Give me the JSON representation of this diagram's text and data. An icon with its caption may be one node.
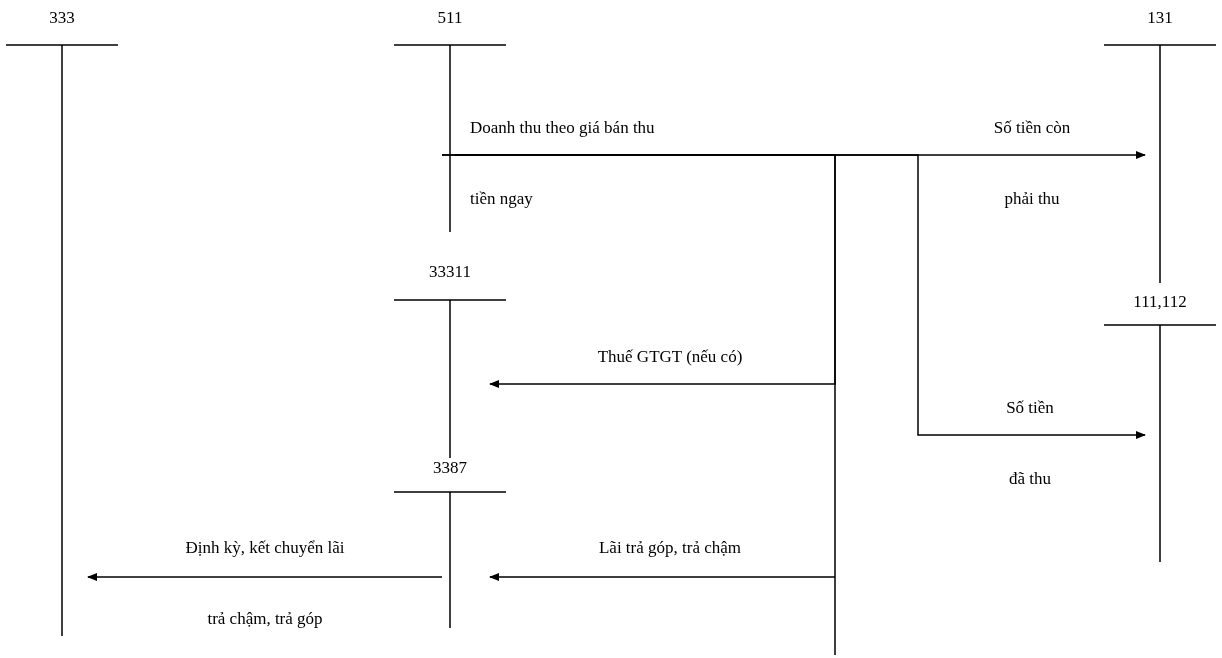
{
  "diagram": {
    "nodes": [
      {
        "text": [
          "333"
        ]
      },
      {
        "text": [
          "511"
        ]
      },
      {
        "text": [
          "131"
        ]
      },
      {
        "text": [
          "33311"
        ]
      },
      {
        "text": [
          "111,112"
        ]
      },
      {
        "text": [
          "3387"
        ]
      }
    ],
    "edges": [
      {
        "from": 1,
        "to": 2,
        "arrow": "to",
        "label": "Số tiền còn phải thu"
      },
      {
        "from": 1,
        "to": 3,
        "arrow": "to",
        "label": "Thuế GTGT (nếu có)"
      },
      {
        "from": 1,
        "to": 4,
        "arrow": "to",
        "label": "Số tiền đã thu"
      },
      {
        "from": 1,
        "to": 5,
        "arrow": "to",
        "label": "Lãi trả góp, trả chậm"
      },
      {
        "from": 5,
        "to": 0,
        "arrow": "to",
        "label": "Định kỳ, kết chuyển lãi trả chậm, trả góp"
      }
    ],
    "labels": [
      "Doanh thu theo giá bán thu tiền ngay"
    ]
  }
}
